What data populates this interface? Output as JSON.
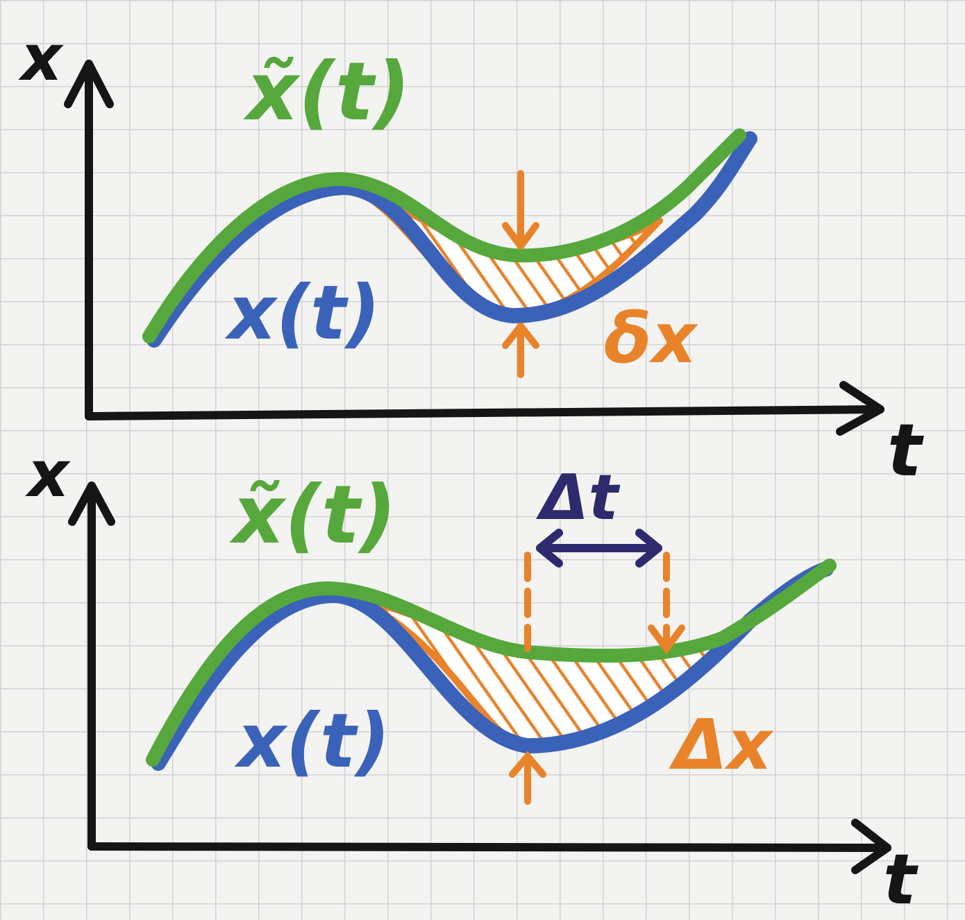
{
  "panels": [
    {
      "y_axis_label": "x",
      "x_axis_label": "t",
      "perturbed_label": "x̃(t)",
      "path_label": "x(t)",
      "delta_label": "δx"
    },
    {
      "y_axis_label": "x",
      "x_axis_label": "t",
      "perturbed_label": "x̃(t)",
      "path_label": "x(t)",
      "delta_label": "Δx",
      "time_shift_label": "Δt"
    }
  ],
  "colors": {
    "axis": "#151515",
    "path": "#3a62b8",
    "perturbed": "#56a83c",
    "variation": "#e8832a",
    "time_shift": "#2e2a6e",
    "grid": "#d2d2d2",
    "paper": "#f3f3f1"
  }
}
